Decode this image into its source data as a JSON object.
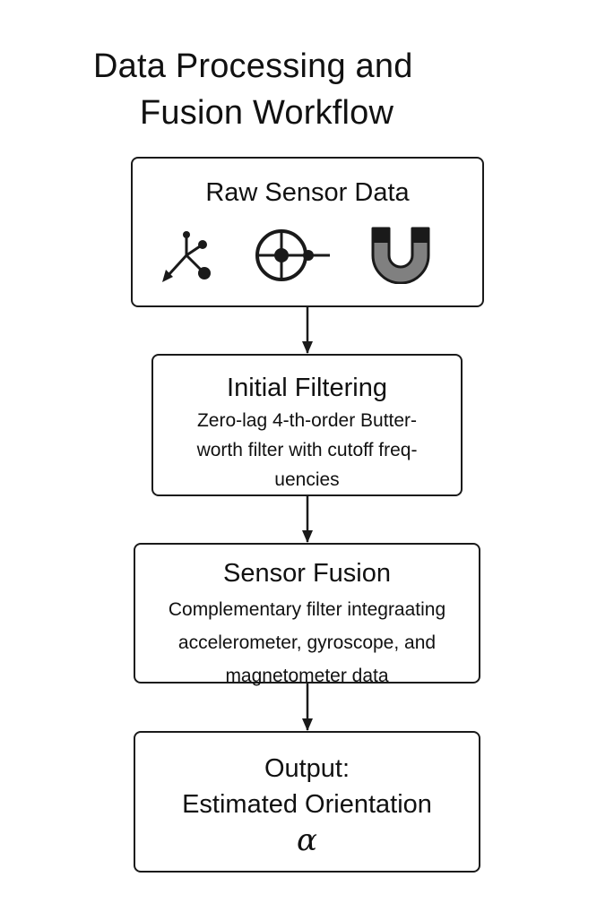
{
  "title": {
    "line1": "Data Processing and",
    "line2": "Fusion Workflow"
  },
  "steps": [
    {
      "heading": "Raw Sensor Data",
      "icons": [
        "accelerometer-icon",
        "gyroscope-icon",
        "magnet-icon"
      ]
    },
    {
      "heading": "Initial Filtering",
      "description_lines": [
        "Zero-lag 4-th-order Butter-",
        "worth filter with cutoff freq-",
        "uencies"
      ]
    },
    {
      "heading": "Sensor Fusion",
      "description_lines": [
        "Complementary filter integraating",
        "accelerometer, gyroscope, and",
        "magnetometer data"
      ]
    },
    {
      "heading_lines": [
        "Output:",
        "Estimated Orientation"
      ],
      "symbol": "α"
    }
  ],
  "colors": {
    "stroke": "#1a1a1a",
    "magnet_fill": "#808080"
  }
}
